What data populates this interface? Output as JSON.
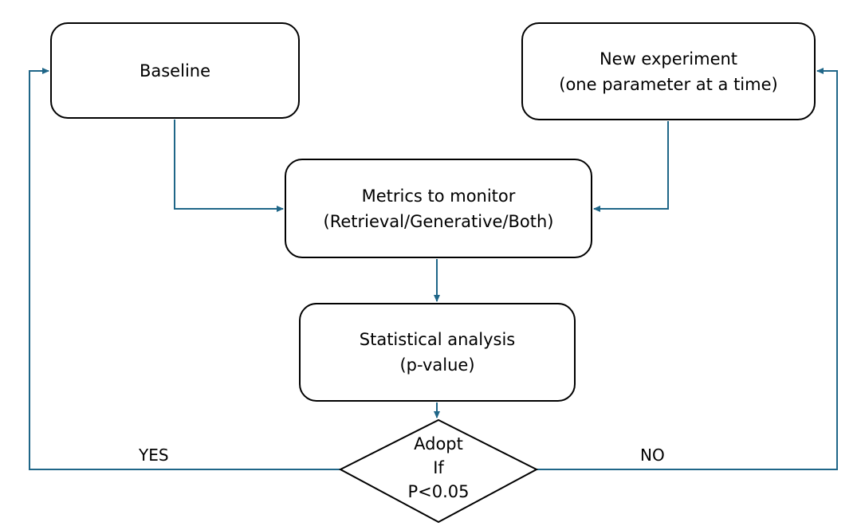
{
  "nodes": {
    "baseline": {
      "lines": [
        "Baseline"
      ]
    },
    "new_experiment": {
      "lines": [
        "New experiment",
        "(one parameter at a time)"
      ]
    },
    "metrics": {
      "lines": [
        "Metrics to monitor",
        "(Retrieval/Generative/Both)"
      ]
    },
    "statistical_analysis": {
      "lines": [
        "Statistical analysis",
        "(p-value)"
      ]
    },
    "decision": {
      "lines": [
        "Adopt",
        "If",
        "P<0.05"
      ]
    }
  },
  "edges": {
    "yes_label": "YES",
    "no_label": "NO"
  },
  "colors": {
    "connector": "#1f6688",
    "border": "#000000"
  }
}
